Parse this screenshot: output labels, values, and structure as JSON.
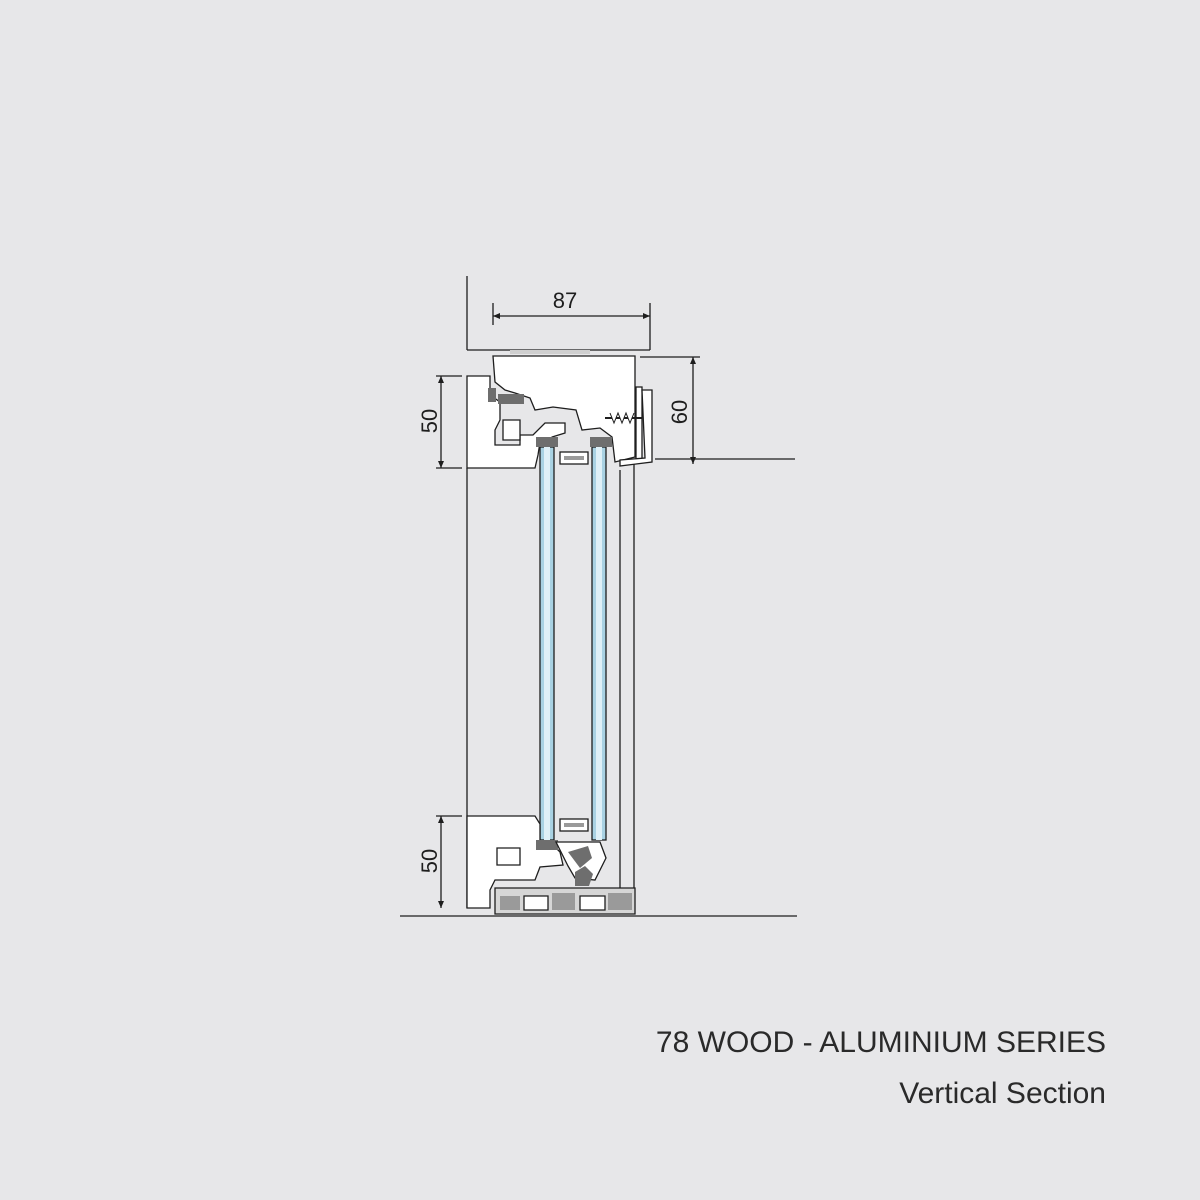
{
  "dimensions": {
    "top_width": "87",
    "head_height": "60",
    "top_sash_height": "50",
    "bottom_sash_height": "50"
  },
  "caption": {
    "title": "78 WOOD - ALUMINIUM SERIES",
    "subtitle": "Vertical Section"
  },
  "colors": {
    "background": "#e7e7e9",
    "line": "#1e1e1e",
    "frame_fill": "#ffffff",
    "glass": "#a9d2e3",
    "gasket": "#6e6e6e",
    "sill": "#9a9a9a"
  }
}
